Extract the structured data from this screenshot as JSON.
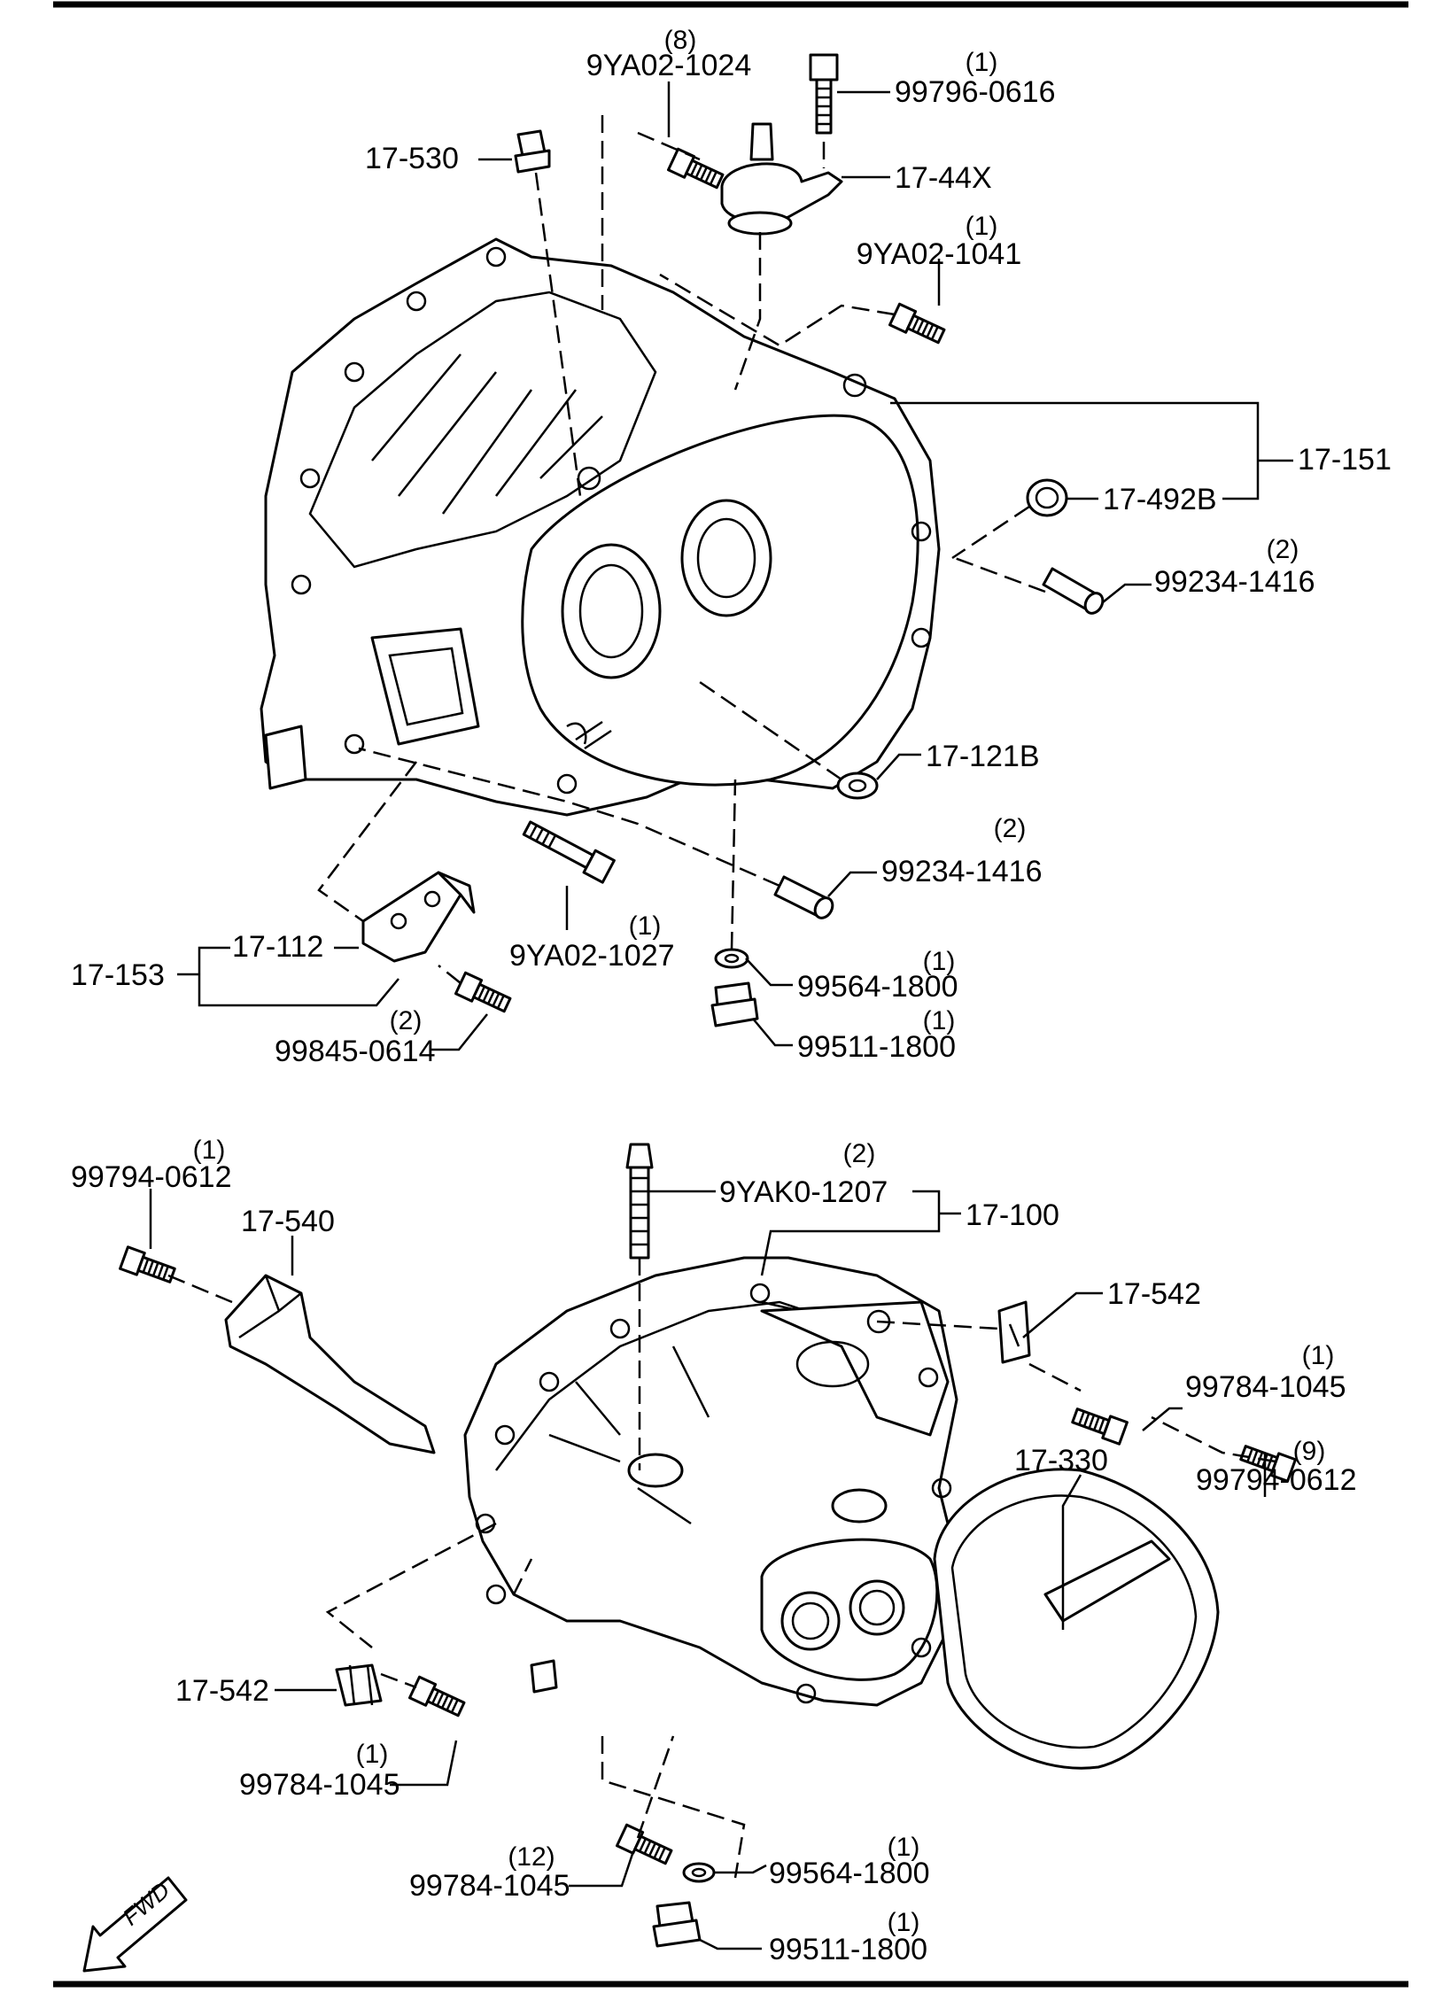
{
  "labels": {
    "p_9ya02_1024": {
      "num": "9YA02-1024",
      "qty": "(8)"
    },
    "p_99796_0616": {
      "num": "99796-0616",
      "qty": "(1)"
    },
    "p_17_530": {
      "num": "17-530"
    },
    "p_17_44x": {
      "num": "17-44X"
    },
    "p_9ya02_1041": {
      "num": "9YA02-1041",
      "qty": "(1)"
    },
    "p_17_151": {
      "num": "17-151"
    },
    "p_17_492b": {
      "num": "17-492B"
    },
    "p_99234_1416_a": {
      "num": "99234-1416",
      "qty": "(2)"
    },
    "p_17_121b": {
      "num": "17-121B"
    },
    "p_99234_1416_b": {
      "num": "99234-1416",
      "qty": "(2)"
    },
    "p_17_112": {
      "num": "17-112"
    },
    "p_17_153": {
      "num": "17-153"
    },
    "p_9ya02_1027": {
      "num": "9YA02-1027",
      "qty": "(1)"
    },
    "p_99564_1800_a": {
      "num": "99564-1800",
      "qty": "(1)"
    },
    "p_99511_1800_a": {
      "num": "99511-1800",
      "qty": "(1)"
    },
    "p_99845_0614": {
      "num": "99845-0614",
      "qty": "(2)"
    },
    "p_99794_0612_a": {
      "num": "99794-0612",
      "qty": "(1)"
    },
    "p_17_540": {
      "num": "17-540"
    },
    "p_9yak0_1207": {
      "num": "9YAK0-1207",
      "qty": "(2)"
    },
    "p_17_100": {
      "num": "17-100"
    },
    "p_17_542_a": {
      "num": "17-542"
    },
    "p_99784_1045_a": {
      "num": "99784-1045",
      "qty": "(1)"
    },
    "p_17_330": {
      "num": "17-330"
    },
    "p_99794_0612_b": {
      "num": "99794-0612",
      "qty": "(9)"
    },
    "p_17_542_b": {
      "num": "17-542"
    },
    "p_99784_1045_b": {
      "num": "99784-1045",
      "qty": "(1)"
    },
    "p_99784_1045_c": {
      "num": "99784-1045",
      "qty": "(12)"
    },
    "p_99564_1800_b": {
      "num": "99564-1800",
      "qty": "(1)"
    },
    "p_99511_1800_b": {
      "num": "99511-1800",
      "qty": "(1)"
    }
  },
  "fwd_label": "FWD",
  "colors": {
    "ink": "#000000",
    "paper": "#ffffff"
  }
}
